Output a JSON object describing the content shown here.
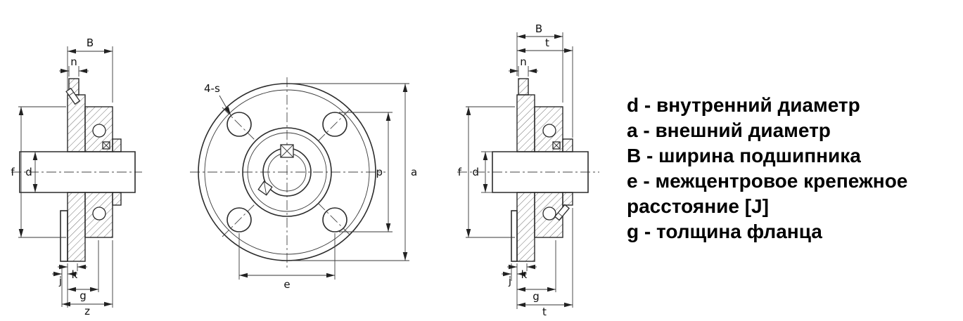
{
  "drawing": {
    "left_view": {
      "dims": {
        "B": "B",
        "n": "n",
        "f": "f",
        "d": "d",
        "j": "j",
        "k": "k",
        "g": "g",
        "z": "z"
      }
    },
    "front_view": {
      "dims": {
        "holes": "4-s",
        "p": "p",
        "a": "a",
        "e": "e"
      }
    },
    "right_view": {
      "dims": {
        "B": "B",
        "t_top": "t",
        "n": "n",
        "f": "f",
        "d": "d",
        "j": "j",
        "k": "k",
        "g": "g",
        "t_bottom": "t"
      }
    }
  },
  "legend": {
    "items": [
      "d - внутренний диаметр",
      "a - внешний диаметр",
      "B - ширина подшипника",
      "e - межцентровое крепежное",
      "расстояние [J]",
      "g - толщина фланца"
    ]
  },
  "colors": {
    "line": "#2b2b2b",
    "text": "#000000",
    "background": "#ffffff"
  }
}
